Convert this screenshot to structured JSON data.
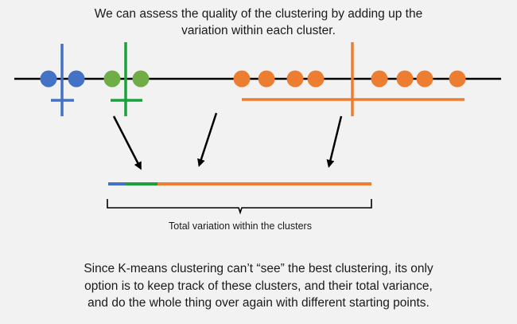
{
  "top_caption": {
    "line1": "We can assess the quality of the clustering by adding up the",
    "line2": "variation within each cluster."
  },
  "variation_label": "Total variation within the clusters",
  "bottom_caption": {
    "line1": "Since K-means clustering can’t “see” the best clustering, its only",
    "line2": "option is to keep track of these clusters, and their total variance,",
    "line3": "and do the whole thing over again with different starting points."
  },
  "colors": {
    "blue": "#4472c4",
    "green": "#70ad47",
    "green_marker": "#1aa33a",
    "orange": "#ed7d31",
    "axis": "#000000"
  },
  "clusters": [
    {
      "name": "blue",
      "points": 2,
      "variation_share": 0.07
    },
    {
      "name": "green",
      "points": 2,
      "variation_share": 0.12
    },
    {
      "name": "orange",
      "points": 8,
      "variation_share": 0.81
    }
  ]
}
